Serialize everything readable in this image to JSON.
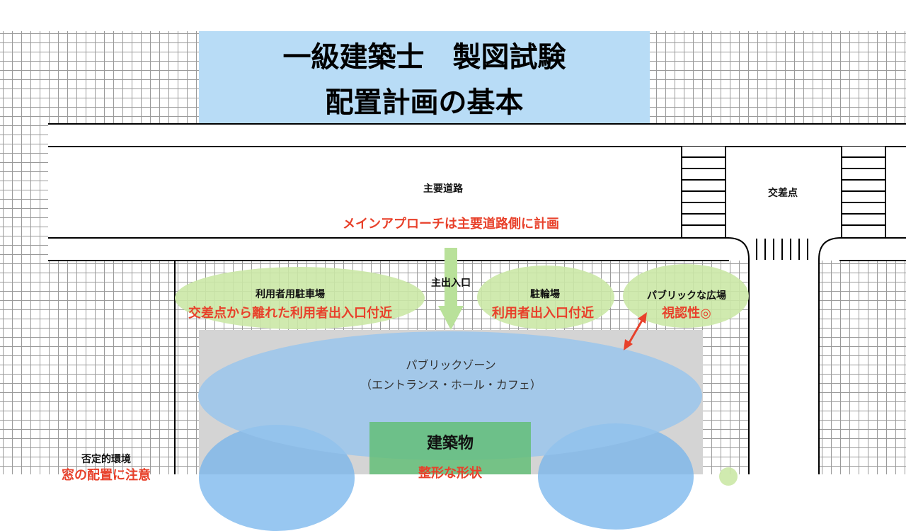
{
  "title": {
    "line1": "一級建築士　製図試験",
    "line2": "配置計画の基本"
  },
  "road": {
    "name": "主要道路",
    "note": "メインアプローチは主要道路側に計画"
  },
  "intersection": {
    "label": "交差点"
  },
  "main_entrance": {
    "label": "主出入口"
  },
  "zones": {
    "user_parking": {
      "name": "利用者用駐車場",
      "note": "交差点から離れた利用者出入口付近"
    },
    "bicycle_parking": {
      "name": "駐輪場",
      "note": "利用者出入口付近"
    },
    "public_plaza": {
      "name": "パブリックな広場",
      "note": "視認性◎"
    },
    "public_zone": {
      "name": "パブリックゾーン",
      "detail": "（エントランス・ホール・カフェ）"
    },
    "building": {
      "name": "建築物",
      "note": "整形な形状"
    },
    "negative_env": {
      "name": "否定的環境",
      "note": "窓の配置に注意"
    }
  },
  "colors": {
    "title_bg": "#b8dcf6",
    "green_zone": "#cbe8a6",
    "blue_zone": "#8fc2ee",
    "building_green": "#6dc37e",
    "annotation_red": "#e8412b",
    "arrow_red": "#e8412b",
    "arrow_green": "#b9e19a"
  }
}
